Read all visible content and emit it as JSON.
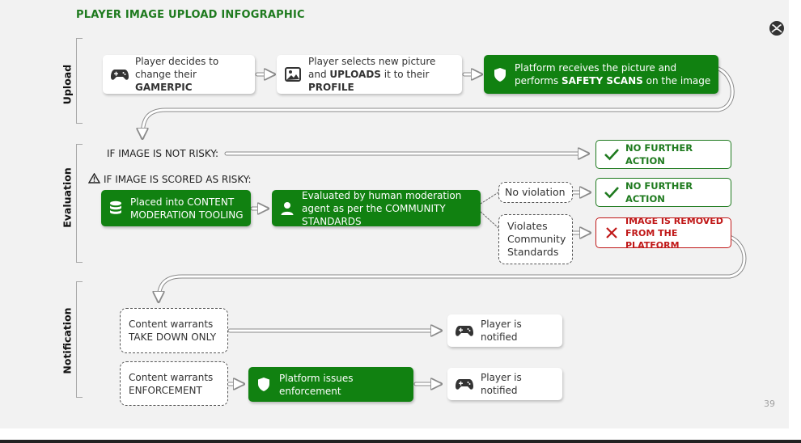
{
  "title": "PLAYER IMAGE UPLOAD INFOGRAPHIC",
  "page_number": "39",
  "sections": {
    "upload": "Upload",
    "evaluation": "Evaluation",
    "notification": "Notification"
  },
  "upload": {
    "step1": {
      "pre": "Player decides to change their ",
      "strong": "GAMERPIC",
      "post": "",
      "icon": "gamepad-icon"
    },
    "step2": {
      "pre": "Player selects new picture and ",
      "strong": "UPLOADS",
      "mid": " it to their ",
      "strong2": "PROFILE",
      "icon": "image-icon"
    },
    "step3": {
      "pre": "Platform receives the picture and performs ",
      "strong": "SAFETY SCANS",
      "post": " on the image",
      "icon": "shield-icon"
    }
  },
  "evaluation": {
    "not_risky_label": "IF IMAGE IS NOT RISKY:",
    "risky_label": "IF IMAGE IS SCORED AS RISKY:",
    "no_action_1": "NO FURTHER ACTION",
    "no_action_2": "NO FURTHER ACTION",
    "tooling": {
      "pre": "Placed into ",
      "strong": "CONTENT MODERATION TOOLING",
      "icon": "database-icon"
    },
    "human": {
      "pre": "Evaluated by human moderation agent as per the ",
      "strong": "COMMUNITY STANDARDS",
      "icon": "person-icon"
    },
    "no_violation": "No violation",
    "violates": "Violates Community Standards",
    "removed": "IMAGE IS REMOVED FROM THE PLATFORM"
  },
  "notification": {
    "takedown": {
      "pre": "Content warrants",
      "strong": "TAKE DOWN ONLY"
    },
    "enforcement": {
      "pre": "Content warrants",
      "strong": "ENFORCEMENT"
    },
    "issues": {
      "text": "Platform issues enforcement",
      "icon": "shield-icon"
    },
    "notified_1": "Player is notified",
    "notified_2": "Player is notified"
  },
  "colors": {
    "green": "#118111",
    "title_green": "#1e7a1e",
    "red": "#c01818"
  }
}
